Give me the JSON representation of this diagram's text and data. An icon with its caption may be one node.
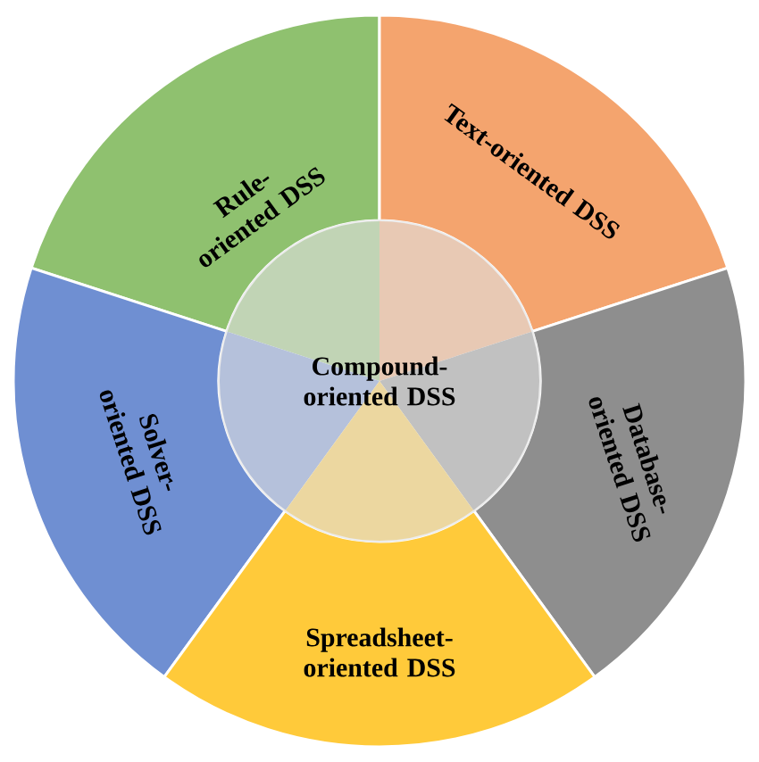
{
  "diagram": {
    "nodes": [
      {
        "text": [
          "Rule-oriented DSS"
        ]
      },
      {
        "text": [
          "Text-oriented DSS"
        ]
      },
      {
        "text": [
          "Compound-oriented DSS"
        ]
      },
      {
        "text": [
          "Solver-oriented DSS"
        ]
      },
      {
        "text": [
          "Database-oriented DSS"
        ]
      },
      {
        "text": [
          "Spreadsheet-oriented DSS"
        ]
      }
    ]
  }
}
